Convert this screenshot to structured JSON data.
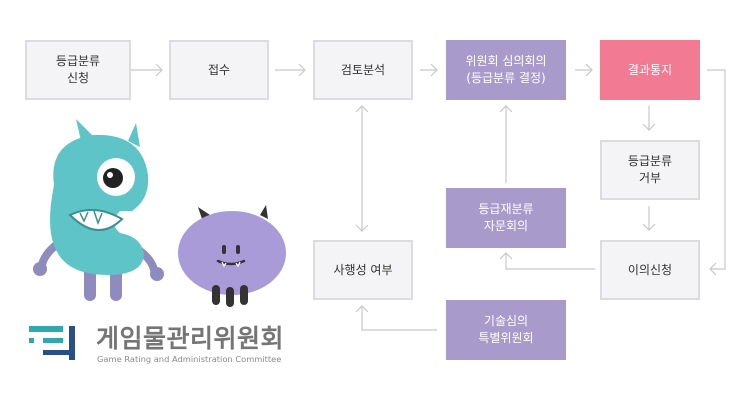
{
  "flow": {
    "apply": "등급분류\n신청",
    "receipt": "접수",
    "review": "검토분석",
    "committee": "위원회 심의회의\n(등급분류 결정)",
    "notice": "결과통지",
    "reject": "등급분류\n거부",
    "objection": "이의신청",
    "reclass": "등급재분류\n자문회의",
    "grounds": "사행성 여부",
    "special": "기술심의\n특별위원회"
  },
  "logo": {
    "korean": "게임물관리위원회",
    "english": "Game Rating and Administration Committee"
  },
  "colors": {
    "gray_box": "#f4f4f6",
    "purple_box": "#a89bcb",
    "pink_box": "#f27a93",
    "arrow": "#c8c8cc"
  },
  "icons": [
    "teal-monster-mascot",
    "purple-monster-mascot",
    "grac-logo-mark"
  ]
}
